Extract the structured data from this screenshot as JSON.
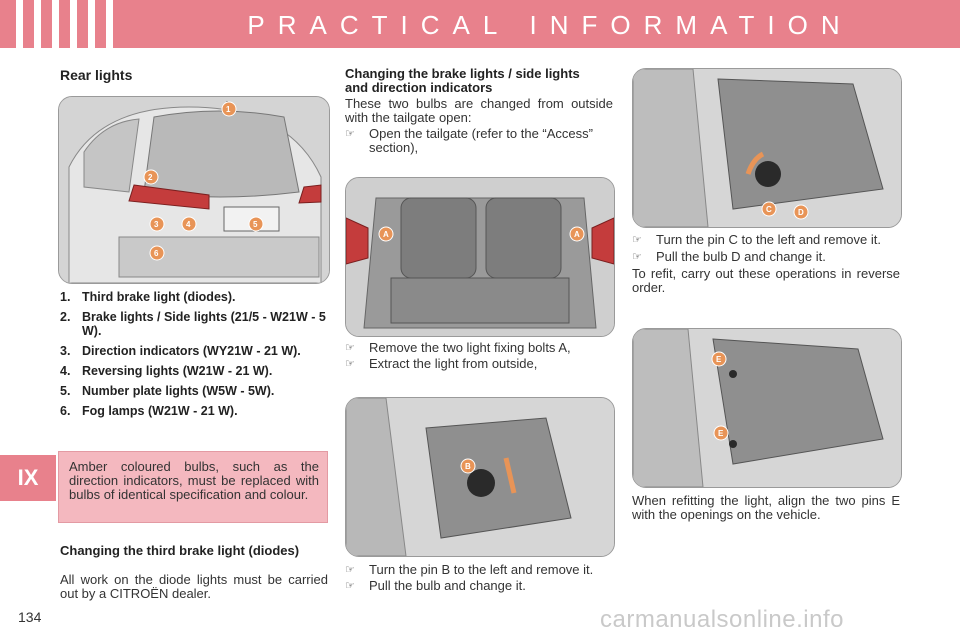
{
  "header": {
    "title": "PRACTICAL INFORMATION"
  },
  "chapter_tab": "IX",
  "page_number": "134",
  "watermark": "carmanualsonline.info",
  "rear_lights": {
    "title": "Rear lights",
    "items": [
      {
        "num": "1.",
        "label": "Third brake light (diodes)."
      },
      {
        "num": "2.",
        "label": "Brake lights / Side lights (21/5 - W21W - 5 W)."
      },
      {
        "num": "3.",
        "label": "Direction indicators (WY21W - 21 W)."
      },
      {
        "num": "4.",
        "label": "Reversing lights (W21W - 21 W)."
      },
      {
        "num": "5.",
        "label": "Number plate lights (W5W - 5W)."
      },
      {
        "num": "6.",
        "label": "Fog lamps (W21W - 21 W)."
      }
    ],
    "note": "Amber coloured bulbs, such as the direction indicators, must be replaced with bulbs of identical specification and colour."
  },
  "third_brake": {
    "title": "Changing the third brake light (diodes)",
    "text": "All work on the diode lights must be carried out by a CITROËN dealer."
  },
  "brake_side": {
    "title": "Changing the brake lights / side lights and direction indicators",
    "intro": "These two bulbs are changed from outside with the tailgate open:",
    "step1": "Open the tailgate (refer to the “Access” section),",
    "step2": "Remove the two light fixing bolts A,",
    "step3": "Extract the light from outside,",
    "step4": "Turn the pin B to the left and remove it.",
    "step5": "Pull the bulb and change it."
  },
  "right_column": {
    "step1": "Turn the pin C to the left and remove it.",
    "step2": "Pull the bulb D and change it.",
    "refit": "To refit, carry out these operations in reverse order.",
    "refitting": "When refitting the light, align the two pins E with the openings on the vehicle."
  },
  "callouts": {
    "car": [
      "1",
      "2",
      "3",
      "4",
      "5",
      "6"
    ],
    "boot": [
      "A",
      "A"
    ],
    "pin_b": "B",
    "pin_cd": [
      "C",
      "D"
    ],
    "pin_e": [
      "E",
      "E"
    ]
  },
  "bullet_symbol": "☞",
  "colors": {
    "header": "#e8818c",
    "note_bg": "#f4b8bf",
    "callout": "#e89457"
  }
}
